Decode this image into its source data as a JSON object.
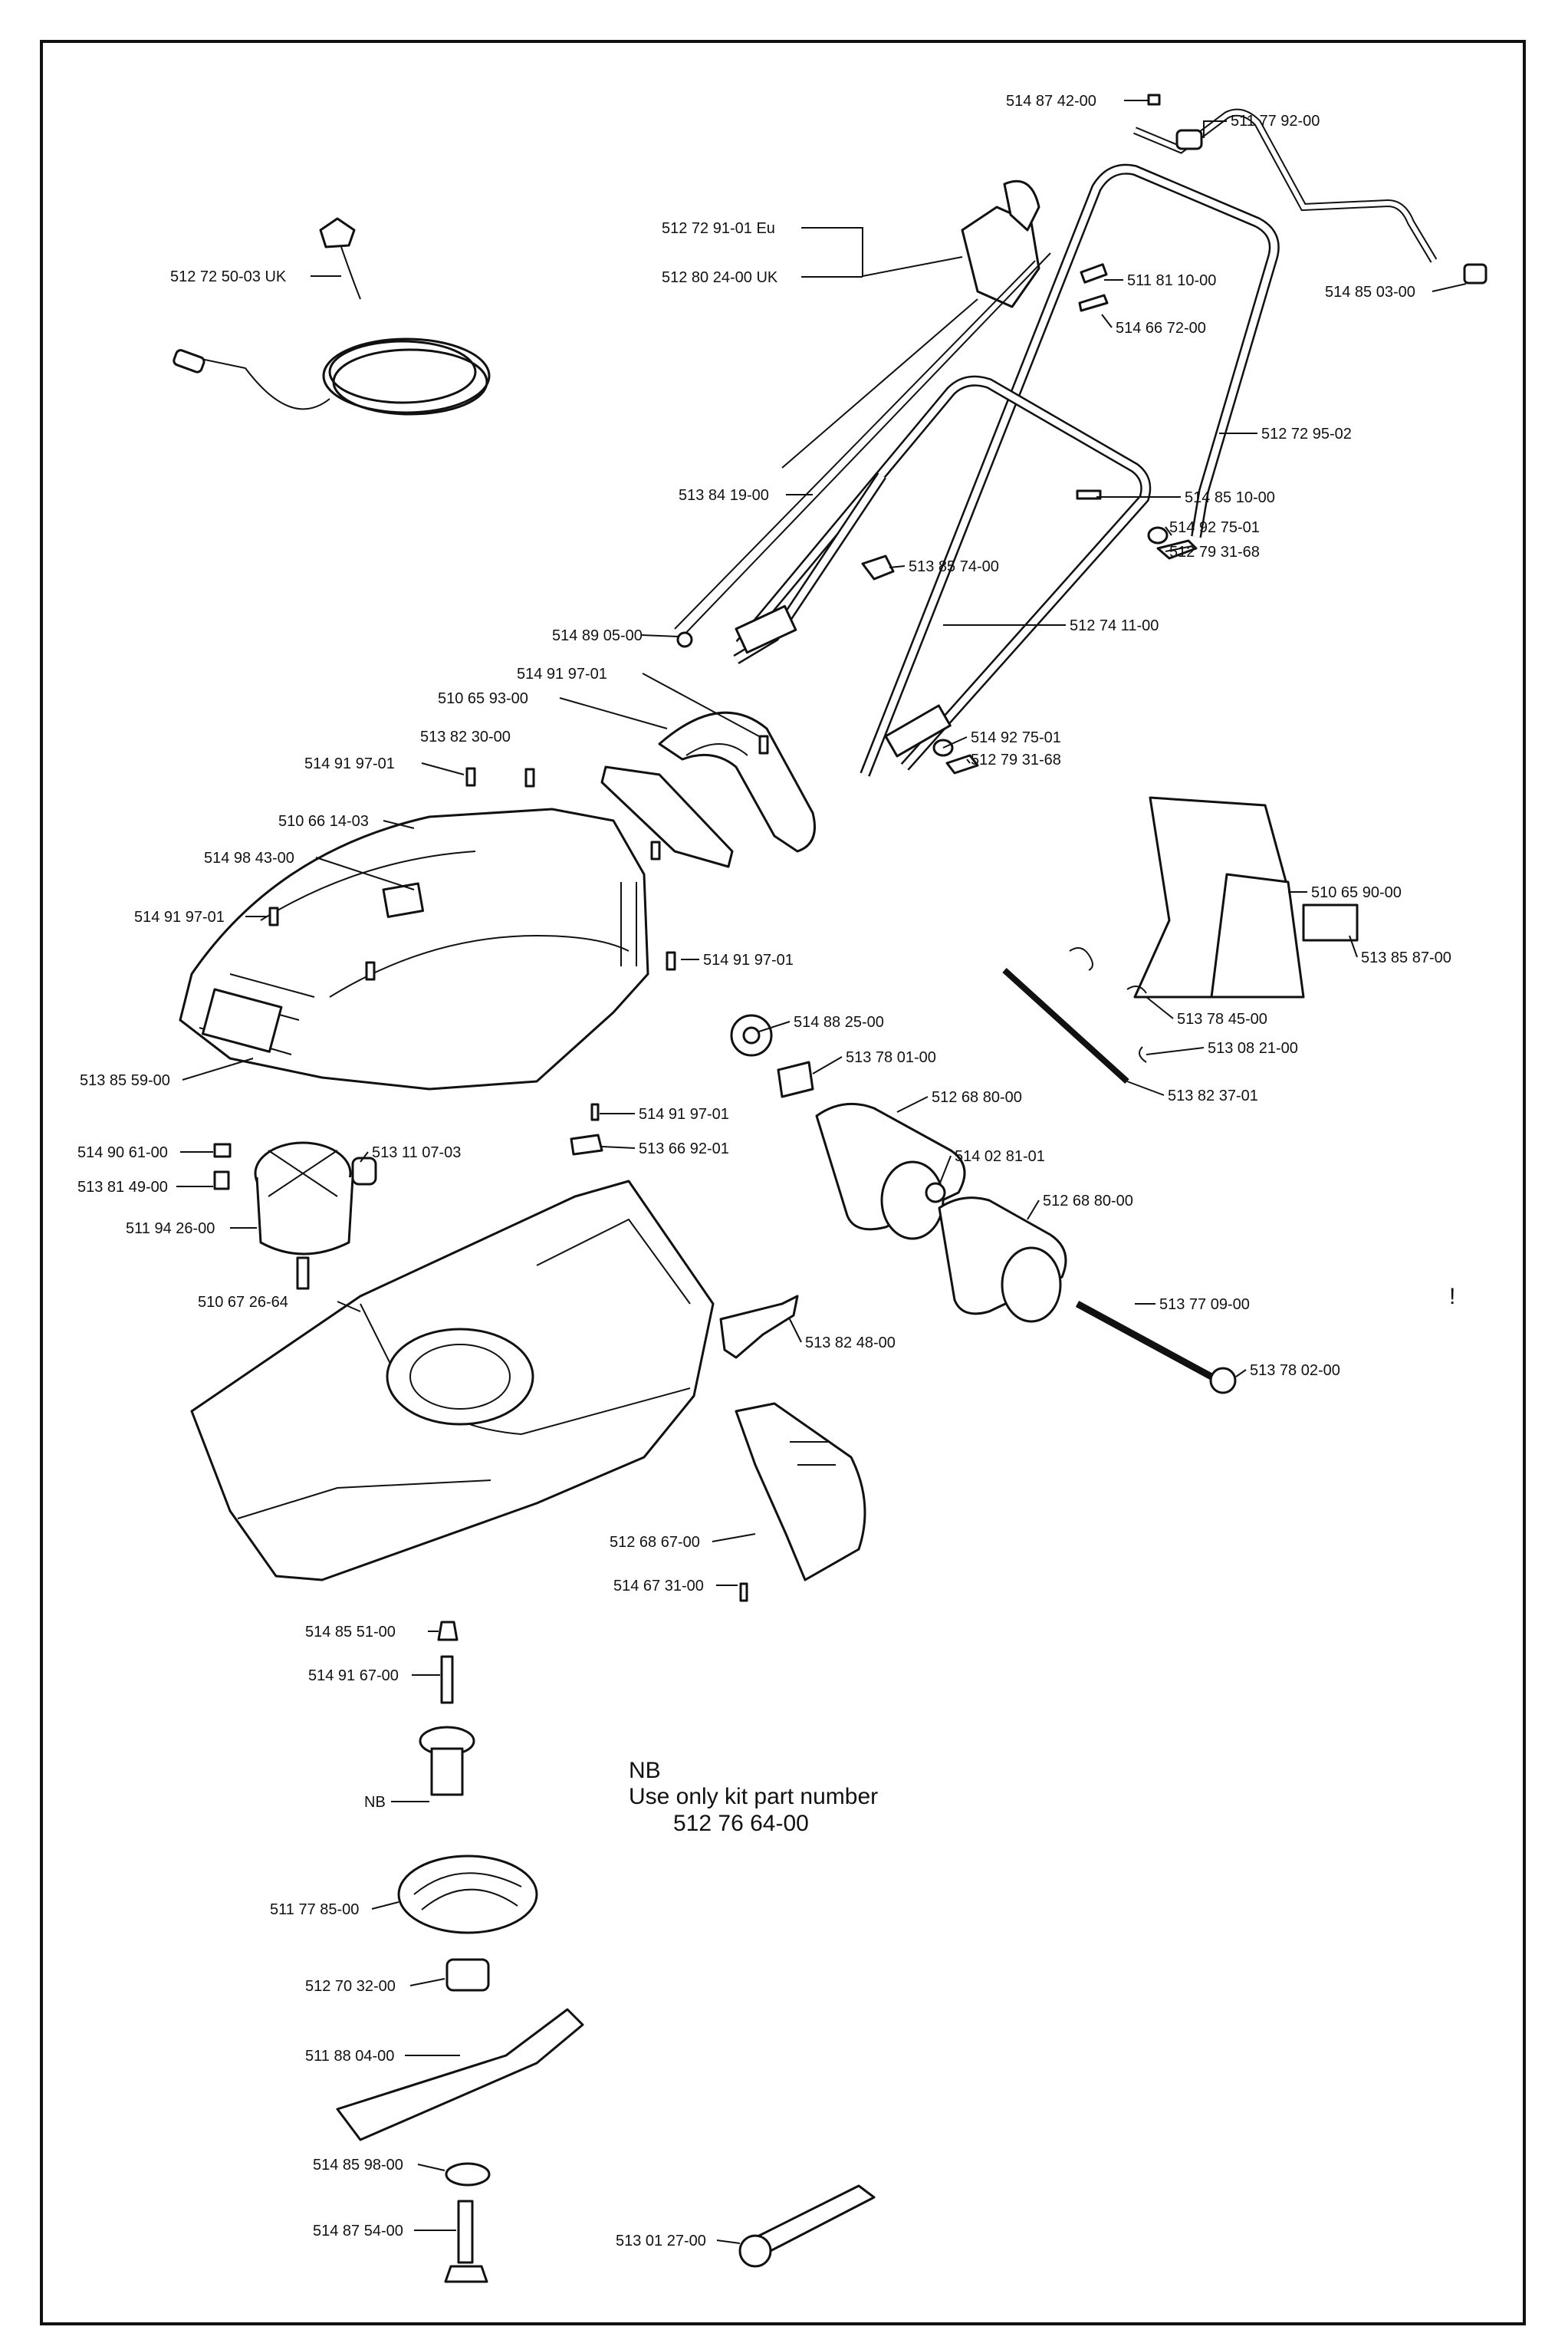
{
  "labels": {
    "p514874200": "514 87 42-00",
    "p511779200": "511 77 92-00",
    "p512729101": "512 72 91-01 Eu",
    "p512802400": "512 80 24-00 UK",
    "p512725003": "512 72 50-03 UK",
    "p514850300": "514 85 03-00",
    "p511811000": "511 81 10-00",
    "p514667200": "514 66 72-00",
    "p512729502": "512 72 95-02",
    "p513841900": "513 84 19-00",
    "p514851000": "514 85 10-00",
    "p514927501a": "514 92 75-01",
    "p512793168a": "512 79 31-68",
    "p513857400": "513 85 74-00",
    "p514890500": "514 89 05-00",
    "p512741100": "512 74 11-00",
    "p514919701a": "514 91 97-01",
    "p510659300": "510 65 93-00",
    "p513823000": "513 82 30-00",
    "p514927501b": "514 92 75-01",
    "p512793168b": "512 79 31-68",
    "p514919701b": "514 91 97-01",
    "p510661403": "510 66 14-03",
    "p514984300": "514 98 43-00",
    "p514919701c": "514 91 97-01",
    "p510659000": "510 65 90-00",
    "p513858700": "513 85 87-00",
    "p514919701d": "514 91 97-01",
    "p513784500": "513 78 45-00",
    "p514882500": "514 88 25-00",
    "p513855900": "513 85 59-00",
    "p513780100": "513 78 01-00",
    "p513082100": "513 08 21-00",
    "p512688000a": "512 68 80-00",
    "p513823701": "513 82 37-01",
    "p514919701e": "514 91 97-01",
    "p514906100": "514 90 61-00",
    "p513110703": "513 11 07-03",
    "p513669201": "513 66 92-01",
    "p514028101": "514 02 81-01",
    "p513814900": "513 81 49-00",
    "p512688000b": "512 68 80-00",
    "p511942600": "511 94 26-00",
    "p510672664": "510 67 26-64",
    "p513770900": "513 77 09-00",
    "p513824800": "513 82 48-00",
    "p513780200": "513 78 02-00",
    "p512686700": "512 68 67-00",
    "p514673100": "514 67 31-00",
    "p514855100": "514 85 51-00",
    "p514916700": "514 91 67-00",
    "nb": "NB",
    "p511778500": "511 77 85-00",
    "p512703200": "512 70 32-00",
    "p511880400": "511 88 04-00",
    "p514859800": "514 85 98-00",
    "p514875400": "514 87 54-00",
    "p513012700": "513 01 27-00",
    "mark": "!"
  },
  "note": {
    "title": "NB",
    "line1": "Use only kit part number",
    "line2": "512 76 64-00"
  }
}
